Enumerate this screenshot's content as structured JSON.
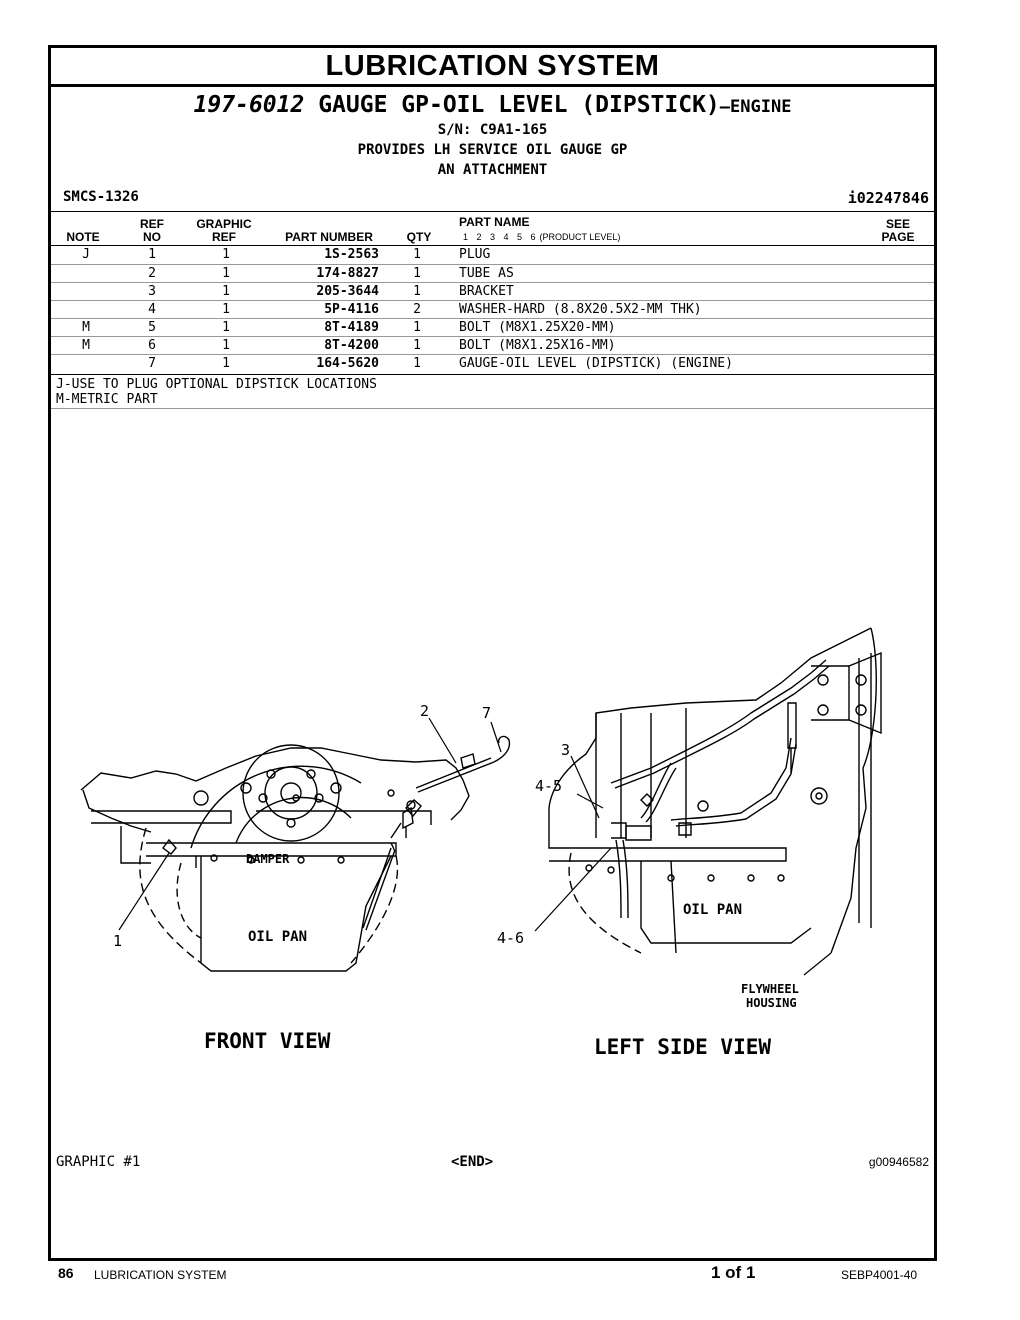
{
  "page_title": "LUBRICATION SYSTEM",
  "group": {
    "number": "197-6012",
    "name": "GAUGE GP-OIL LEVEL (DIPSTICK)",
    "suffix": "—ENGINE",
    "serial": "S/N: C9A1-165",
    "description1": "PROVIDES LH SERVICE OIL GAUGE GP",
    "description2": "AN ATTACHMENT"
  },
  "smcs": "SMCS-1326",
  "illustration_id": "i02247846",
  "table": {
    "headers": {
      "note": "NOTE",
      "ref_no_top": "REF",
      "ref_no_bottom": "NO",
      "graphic_ref_top": "GRAPHIC",
      "graphic_ref_bottom": "REF",
      "part_number": "PART NUMBER",
      "qty": "QTY",
      "part_name": "PART NAME",
      "product_levels": "1 2 3 4 5 6",
      "product_level_label": "(PRODUCT LEVEL)",
      "see_top": "SEE",
      "see_bottom": "PAGE"
    },
    "rows": [
      {
        "note": "J",
        "ref": "1",
        "graphic_ref": "1",
        "part_number": "1S-2563",
        "qty": "1",
        "part_name": "PLUG"
      },
      {
        "note": "",
        "ref": "2",
        "graphic_ref": "1",
        "part_number": "174-8827",
        "qty": "1",
        "part_name": "TUBE AS"
      },
      {
        "note": "",
        "ref": "3",
        "graphic_ref": "1",
        "part_number": "205-3644",
        "qty": "1",
        "part_name": "BRACKET"
      },
      {
        "note": "",
        "ref": "4",
        "graphic_ref": "1",
        "part_number": "5P-4116",
        "qty": "2",
        "part_name": "WASHER-HARD (8.8X20.5X2-MM THK)"
      },
      {
        "note": "M",
        "ref": "5",
        "graphic_ref": "1",
        "part_number": "8T-4189",
        "qty": "1",
        "part_name": "BOLT (M8X1.25X20-MM)"
      },
      {
        "note": "M",
        "ref": "6",
        "graphic_ref": "1",
        "part_number": "8T-4200",
        "qty": "1",
        "part_name": "BOLT (M8X1.25X16-MM)"
      },
      {
        "note": "",
        "ref": "7",
        "graphic_ref": "1",
        "part_number": "164-5620",
        "qty": "1",
        "part_name": "GAUGE-OIL LEVEL (DIPSTICK) (ENGINE)"
      }
    ]
  },
  "notes": [
    "J-USE TO PLUG OPTIONAL DIPSTICK LOCATIONS",
    "M-METRIC PART"
  ],
  "diagram": {
    "front_view": "FRONT VIEW",
    "left_view": "LEFT SIDE VIEW",
    "damper": "DAMPER",
    "oil_pan_front": "OIL PAN",
    "oil_pan_side": "OIL PAN",
    "flywheel_1": "FLYWHEEL",
    "flywheel_2": "HOUSING",
    "callout_1": "1",
    "callout_2": "2",
    "callout_7": "7",
    "callout_3": "3",
    "callout_45": "4-5",
    "callout_46": "4-6"
  },
  "graphic_label": "GRAPHIC #1",
  "end_label": "<END>",
  "graphic_id": "g00946582",
  "footer": {
    "page_number": "86",
    "section": "LUBRICATION SYSTEM",
    "page_of": "1 of 1",
    "doc_number": "SEBP4001-40"
  }
}
